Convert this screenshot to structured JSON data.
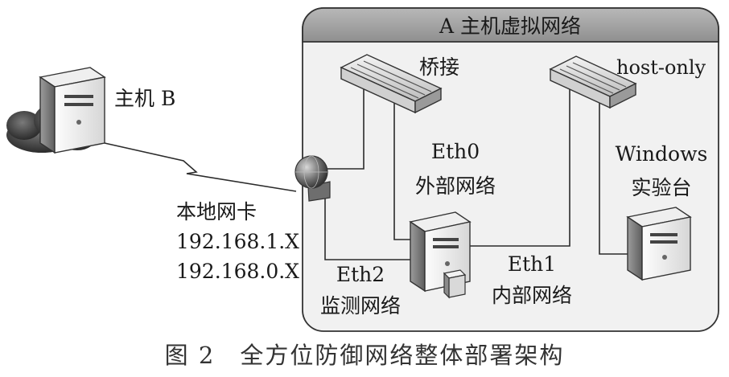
{
  "frame_title": "A 主机虚拟网络",
  "caption": "图 2　全方位防御网络整体部署架构",
  "bridge_switch": {
    "label": "桥接"
  },
  "hostonly_switch": {
    "label": "host-only"
  },
  "host_b": {
    "label": "主机 B"
  },
  "local_nic": {
    "lines": [
      "本地网卡",
      "192.168.1.X",
      "192.168.0.X"
    ]
  },
  "eth0": {
    "lines": [
      "Eth0",
      "外部网络"
    ]
  },
  "eth1": {
    "lines": [
      "Eth1",
      "内部网络"
    ]
  },
  "eth2": {
    "lines": [
      "Eth2",
      "监测网络"
    ]
  },
  "windows_lab": {
    "lines": [
      "Windows",
      "实验台"
    ]
  },
  "colors": {
    "frame_fill": "#f1f1f1",
    "frame_header": "#9a9a9a",
    "line": "#2b2b2b"
  }
}
